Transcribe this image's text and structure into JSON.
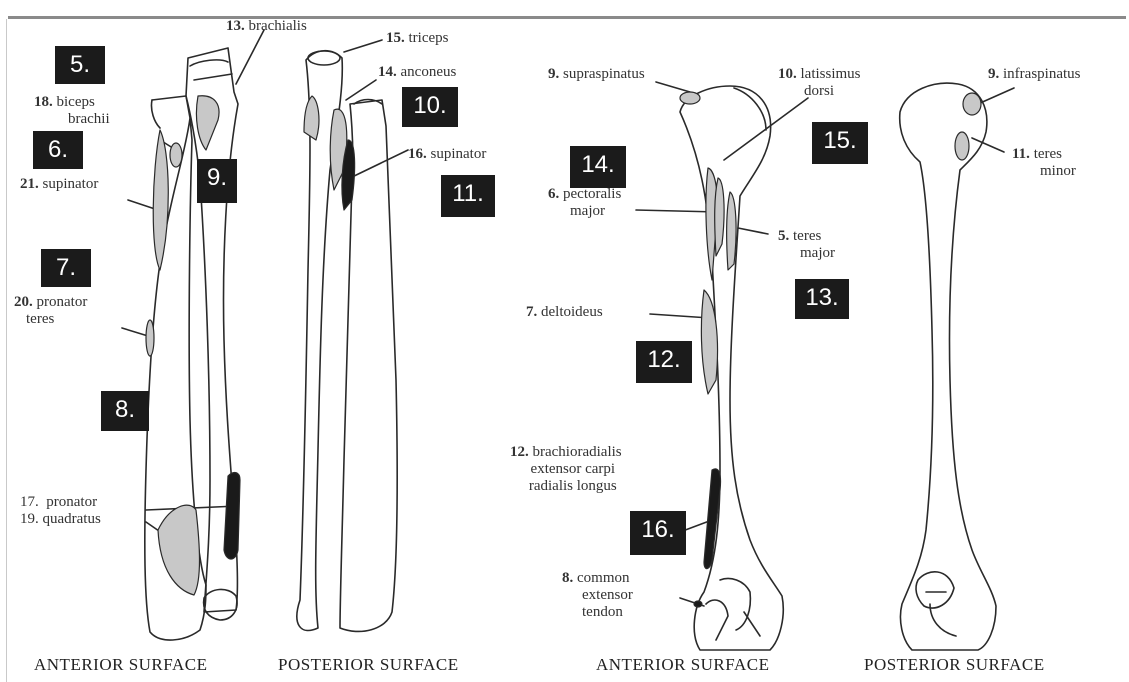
{
  "captions": {
    "radius_ulna_anterior": "ANTERIOR SURFACE",
    "radius_ulna_posterior": "POSTERIOR SURFACE",
    "humerus_anterior": "ANTERIOR SURFACE",
    "humerus_posterior": "POSTERIOR SURFACE"
  },
  "labels": {
    "brachialis": {
      "num": "13.",
      "text": "brachialis"
    },
    "triceps": {
      "num": "15.",
      "text": "triceps"
    },
    "anconeus": {
      "num": "14.",
      "text": "anconeus"
    },
    "biceps_brachii": {
      "num": "18.",
      "text1": "biceps",
      "text2": "brachii"
    },
    "supinator_anterior": {
      "num": "21.",
      "text": "supinator"
    },
    "supinator_posterior": {
      "num": "16.",
      "text": "supinator"
    },
    "pronator_teres": {
      "num": "20.",
      "text1": "pronator",
      "text2": "teres"
    },
    "pronator_quadratus": {
      "num1": "17.",
      "text1": "pronator",
      "num2": "19.",
      "text2": "quadratus"
    },
    "supraspinatus": {
      "num": "9.",
      "text": "supraspinatus"
    },
    "latissimus_dorsi": {
      "num": "10.",
      "text1": "latissimus",
      "text2": "dorsi"
    },
    "infraspinatus": {
      "num": "9.",
      "text": "infraspinatus"
    },
    "pectoralis_major": {
      "num": "6.",
      "text1": "pectoralis",
      "text2": "major"
    },
    "teres_major": {
      "num": "5.",
      "text1": "teres",
      "text2": "major"
    },
    "teres_minor": {
      "num": "11.",
      "text1": "teres",
      "text2": "minor"
    },
    "deltoideus": {
      "num": "7.",
      "text": "deltoideus"
    },
    "brachioradialis": {
      "num": "12.",
      "text1": "brachioradialis",
      "text2": "extensor carpi",
      "text3": "radialis longus"
    },
    "common_extensor": {
      "num": "8.",
      "text1": "common",
      "text2": "extensor",
      "text3": "tendon"
    }
  },
  "answer_boxes": [
    "5.",
    "6.",
    "7.",
    "8.",
    "9.",
    "10.",
    "11.",
    "12.",
    "13.",
    "14.",
    "15.",
    "16."
  ],
  "colors": {
    "line": "#2a2a2a",
    "shade": "#c8c8c8",
    "dark": "#1a1a1a",
    "box": "#1b1b1b"
  }
}
